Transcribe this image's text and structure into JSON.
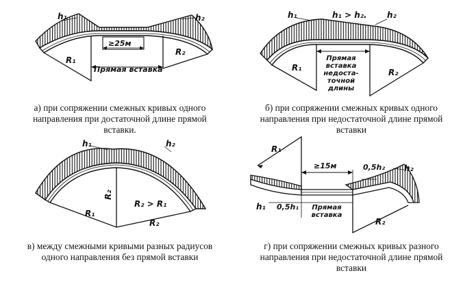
{
  "panels": {
    "a": {
      "caption": "а) при сопряжении смежных кривых одного направления при достаточной длине прямой вставки.",
      "labels": {
        "h1": "h₁",
        "h2": "h₂",
        "r1": "R₁",
        "r2": "R₂",
        "min_length": "≥25м",
        "straight": "Прямая вставка"
      }
    },
    "b": {
      "caption": "б) при сопряжении смежных кривых одного направления при недостаточной длине прямой вставки",
      "labels": {
        "h1": "h₁",
        "h2": "h₂",
        "relation": "h₁ > h₂.",
        "r1": "R₁",
        "r2": "R₂",
        "straight_lines": [
          "Прямая",
          "вставка",
          "недоста-",
          "точной",
          "длины"
        ]
      }
    },
    "c": {
      "caption": "в) между смежными кривыми разных радиусов одного направления без прямой вставки",
      "labels": {
        "h1": "h₁",
        "h2": "h₂",
        "r1": "R₁",
        "r2_vertical": "R₂",
        "r2": "R₂",
        "relation": "R₂ > R₁"
      }
    },
    "d": {
      "caption": "г) при сопряжении смежных кривых разного направления при недостаточной длине прямой вставки",
      "labels": {
        "h1": "h₁",
        "h2": "h₂",
        "half_h1": "0,5h₁",
        "half_h2": "0,5h₂",
        "r1": "R₁",
        "r2": "R₂",
        "min_length": "≥15м",
        "straight_lines": [
          "Прямая",
          "вставка"
        ]
      }
    }
  }
}
